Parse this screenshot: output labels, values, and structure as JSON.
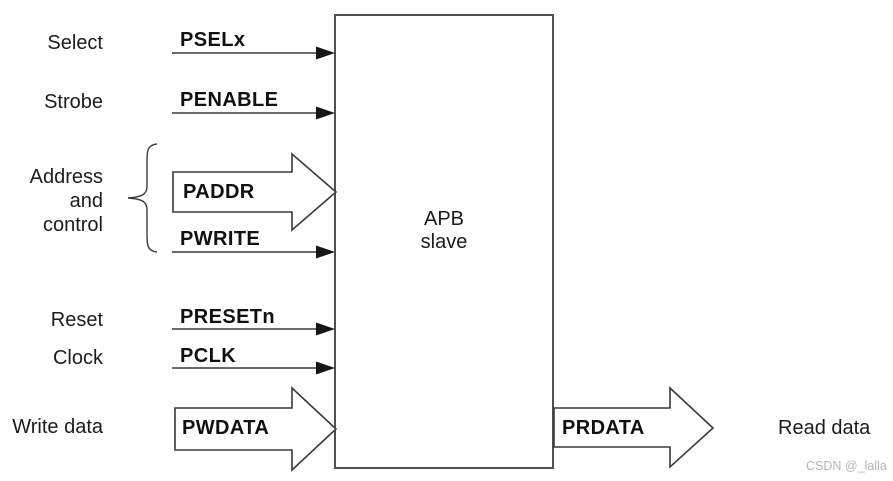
{
  "page": {
    "background": "#ffffff"
  },
  "block": {
    "line1": "APB",
    "line2": "slave"
  },
  "left_labels": {
    "select": "Select",
    "strobe": "Strobe",
    "address_group": {
      "line1": "Address",
      "line2": "and",
      "line3": "control"
    },
    "reset": "Reset",
    "clock": "Clock",
    "write_data": "Write data"
  },
  "signals": {
    "pselx": "PSELx",
    "penable": "PENABLE",
    "paddr": "PADDR",
    "pwrite": "PWRITE",
    "presetn": "PRESETn",
    "pclk": "PCLK",
    "pwdata": "PWDATA",
    "prdata": "PRDATA"
  },
  "right_labels": {
    "read_data": "Read data"
  },
  "watermark": "CSDN @_lalla",
  "colors": {
    "line": "#3a3a3a",
    "box_border": "#4f4f4f",
    "text": "#1c1c1c",
    "signal_text": "#111111",
    "arrow_fill": "#ffffff",
    "watermark": "#b5b5b5"
  }
}
